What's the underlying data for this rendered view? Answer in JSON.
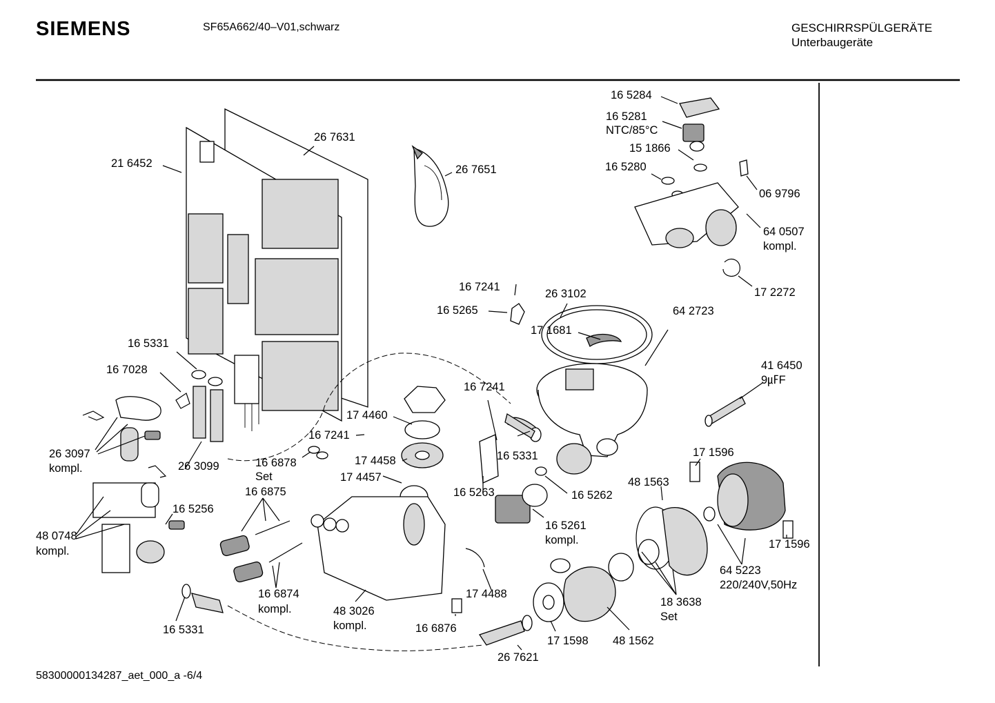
{
  "header": {
    "brand": "SIEMENS",
    "model": "SF65A662/40–V01,schwarz",
    "category_line1": "GESCHIRRSPÜLGERÄTE",
    "category_line2": "Unterbaugeräte"
  },
  "footer": {
    "document_code": "58300000134287_aet_000_a   -6/4"
  },
  "parts": {
    "p165284": "16 5284",
    "p165281": "16 5281",
    "p165281_note": "NTC/85°C",
    "p151866": "15 1866",
    "p165280": "16 5280",
    "p069796": "06 9796",
    "p640507": "64 0507",
    "p640507_note": "kompl.",
    "p172272": "17 2272",
    "p267631": "26 7631",
    "p216452": "21 6452",
    "p267651": "26 7651",
    "p167241_a": "16 7241",
    "p165265": "16 5265",
    "p263102": "26 3102",
    "p171681": "17 1681",
    "p642723": "64 2723",
    "p165331_a": "16 5331",
    "p167028": "16 7028",
    "p416450": "41 6450",
    "p416450_note": "9㎌F",
    "p167241_b": "16 7241",
    "p174460": "17 4460",
    "p167241_c": "16 7241",
    "p263097": "26 3097",
    "p263097_note": "kompl.",
    "p166878": "16 6878",
    "p166878_note": "Set",
    "p174458": "17 4458",
    "p165331_b": "16 5331",
    "p171596_a": "17 1596",
    "p263099": "26 3099",
    "p166875": "16 6875",
    "p174457": "17 4457",
    "p165263": "16 5263",
    "p165262": "16 5262",
    "p481563": "48 1563",
    "p165256": "16 5256",
    "p165261": "16 5261",
    "p165261_note": "kompl.",
    "p480748": "48 0748",
    "p480748_note": "kompl.",
    "p171596_b": "17 1596",
    "p645223": "64 5223",
    "p645223_note": "220/240V,50Hz",
    "p174488": "17 4488",
    "p166874": "16 6874",
    "p166874_note": "kompl.",
    "p183638": "18 3638",
    "p183638_note": "Set",
    "p483026": "48 3026",
    "p483026_note": "kompl.",
    "p165331_c": "16 5331",
    "p166876": "16 6876",
    "p171598": "17 1598",
    "p481562": "48 1562",
    "p267621": "26 7621"
  }
}
